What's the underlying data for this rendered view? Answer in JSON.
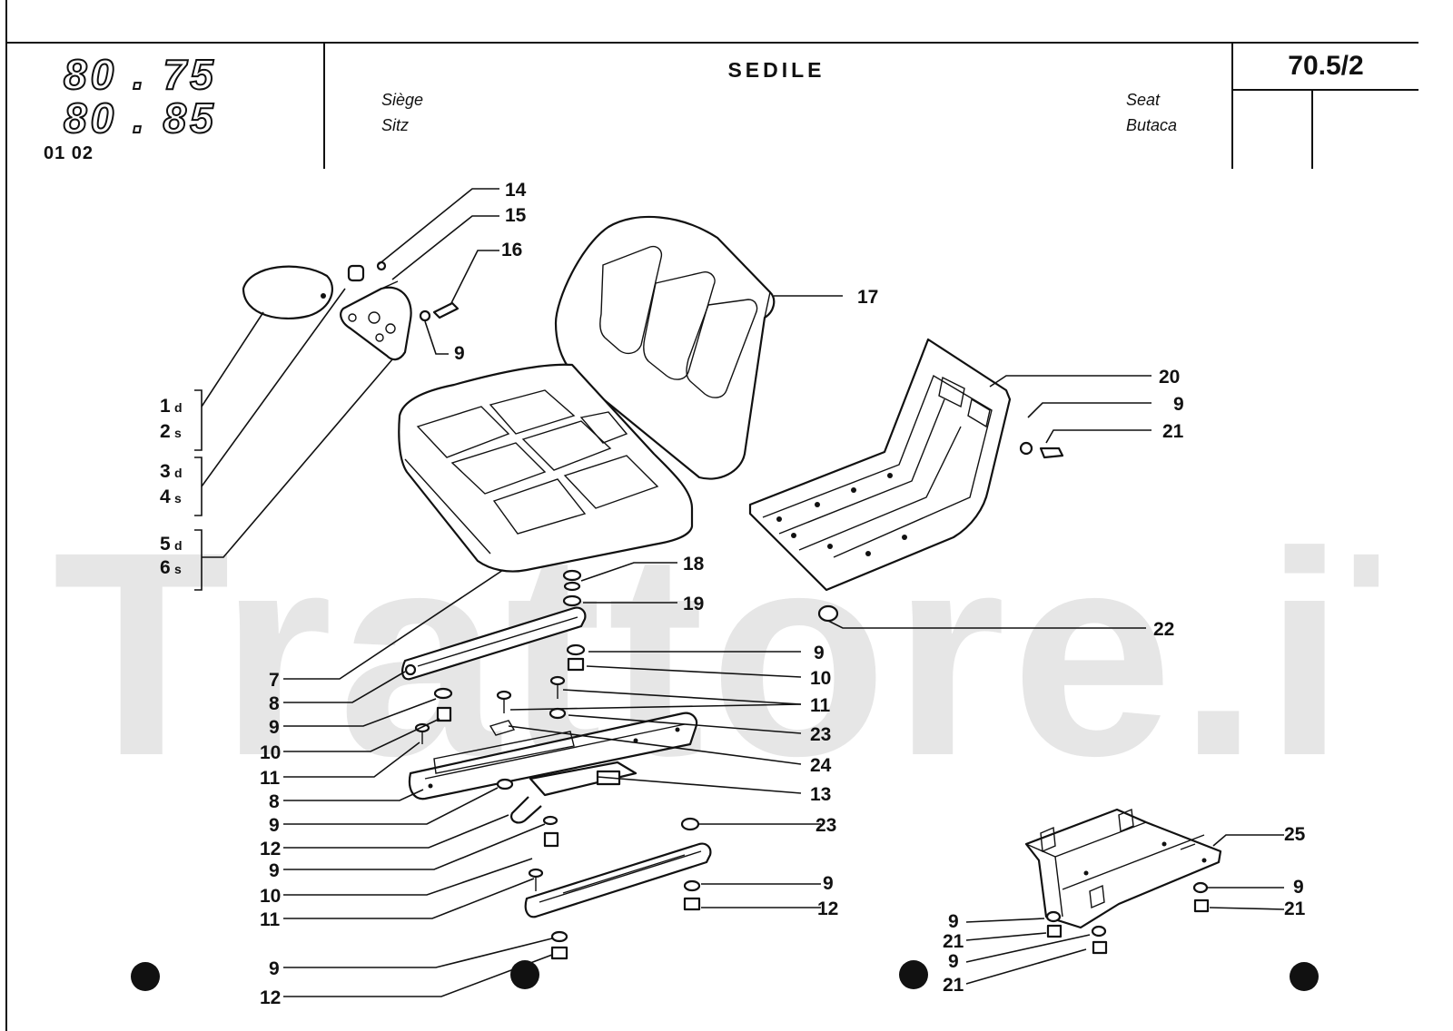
{
  "header": {
    "model_line_1": "80 . 75",
    "model_line_2": "80 . 85",
    "model_codes": "01 02",
    "title": "SEDILE",
    "lang_fr": "Siège",
    "lang_de": "Sitz",
    "lang_en": "Seat",
    "lang_es": "Butaca",
    "page_number": "70.5/2"
  },
  "watermark": "Trattore.iT",
  "callouts": {
    "c14": "14",
    "c15": "15",
    "c16": "16",
    "c9a": "9",
    "c17": "17",
    "c1": "1",
    "c1s": "d",
    "c2": "2",
    "c2s": "s",
    "c3": "3",
    "c3s": "d",
    "c4": "4",
    "c4s": "s",
    "c5": "5",
    "c5s": "d",
    "c6": "6",
    "c6s": "s",
    "c20": "20",
    "c9b": "9",
    "c21a": "21",
    "c18": "18",
    "c19": "19",
    "c22": "22",
    "c7": "7",
    "c8a": "8",
    "c9c": "9",
    "c10a": "10",
    "c11a": "11",
    "c9d": "9",
    "c10b": "10",
    "c11b": "11",
    "c23a": "23",
    "c24": "24",
    "c13": "13",
    "c8b": "8",
    "c9e": "9",
    "c12a": "12",
    "c9f": "9",
    "c10c": "10",
    "c11c": "11",
    "c23b": "23",
    "c9g": "9",
    "c12b": "12",
    "c9h": "9",
    "c12c": "12",
    "c25": "25",
    "c9i": "9",
    "c21b": "21",
    "c9j": "9",
    "c21c": "21",
    "c9k": "9",
    "c21d": "21"
  }
}
